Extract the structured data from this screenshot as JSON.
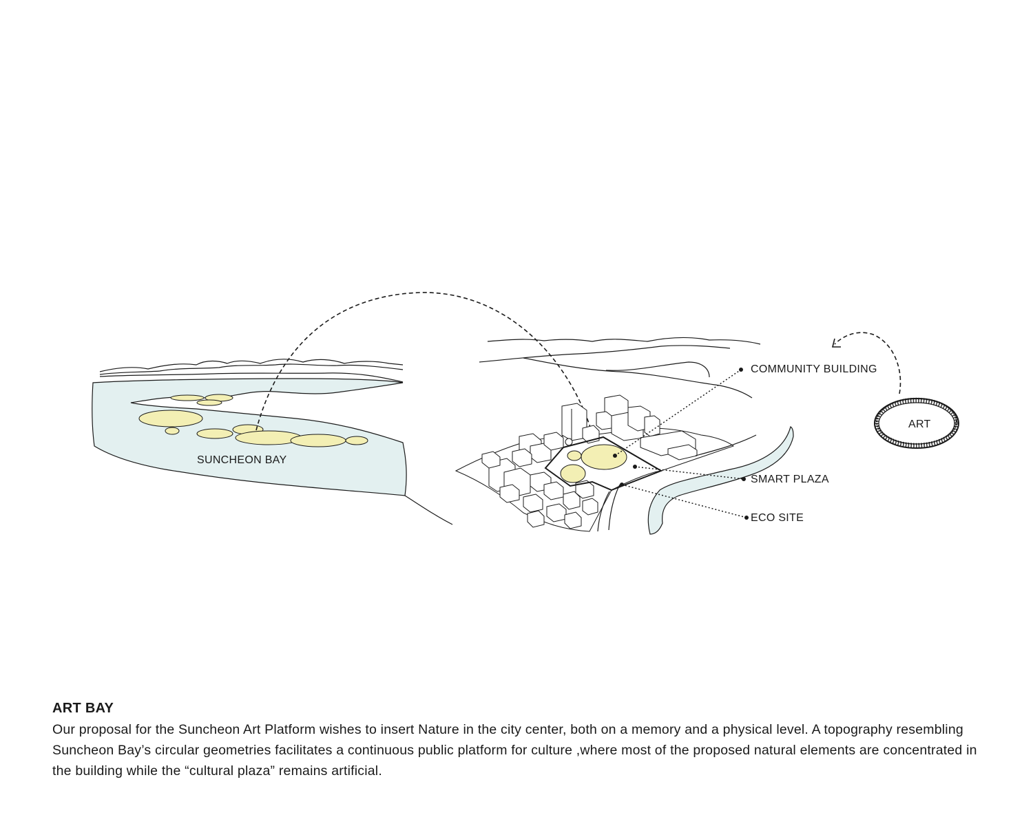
{
  "labels": {
    "bay": "SUNCHEON BAY",
    "community": "COMMUNITY BUILDING",
    "plaza": "SMART PLAZA",
    "eco": "ECO SITE",
    "art": "ART"
  },
  "caption": {
    "title": "ART BAY",
    "body": "Our proposal for the Suncheon Art Platform wishes to insert Nature in the city center, both on a memory and a physical level. A topography resembling Suncheon Bay’s circular geometries facilitates a continuous public platform for culture ,where most of the proposed natural elements are concentrated in the building while the “cultural plaza” remains artificial."
  },
  "colors": {
    "water": "#e3f0f0",
    "wetland": "#f3efb4",
    "line": "#1a1a1a"
  }
}
